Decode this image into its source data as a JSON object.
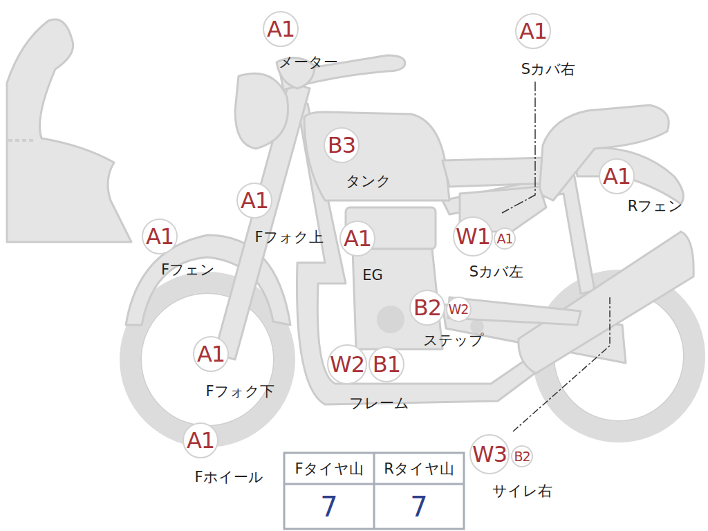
{
  "diagram": {
    "nodes": [
      {
        "text": [
          "A1"
        ]
      },
      {
        "text": [
          "A1"
        ]
      },
      {
        "text": [
          "B3"
        ]
      },
      {
        "text": [
          "A1"
        ]
      },
      {
        "text": [
          "A1"
        ]
      },
      {
        "text": [
          "A1"
        ]
      },
      {
        "text": [
          "A1"
        ]
      },
      {
        "text": [
          "W1"
        ]
      },
      {
        "text": [
          "A1"
        ]
      },
      {
        "text": [
          "B2"
        ]
      },
      {
        "text": [
          "W2"
        ]
      },
      {
        "text": [
          "A1"
        ]
      },
      {
        "text": [
          "W2"
        ]
      },
      {
        "text": [
          "B1"
        ]
      },
      {
        "text": [
          "A1"
        ]
      },
      {
        "text": [
          "W3"
        ]
      },
      {
        "text": [
          "B2"
        ]
      }
    ],
    "labels": [
      "メーター",
      "Sカバ右",
      "タンク",
      "Rフェン",
      "Fフォク上",
      "Fフェン",
      "EG",
      "Sカバ左",
      "ステップ",
      "Fフォク下",
      "フレーム",
      "Fホイール",
      "サイレ右",
      "Fタイヤ山",
      "Rタイヤ山",
      "7",
      "7"
    ]
  }
}
